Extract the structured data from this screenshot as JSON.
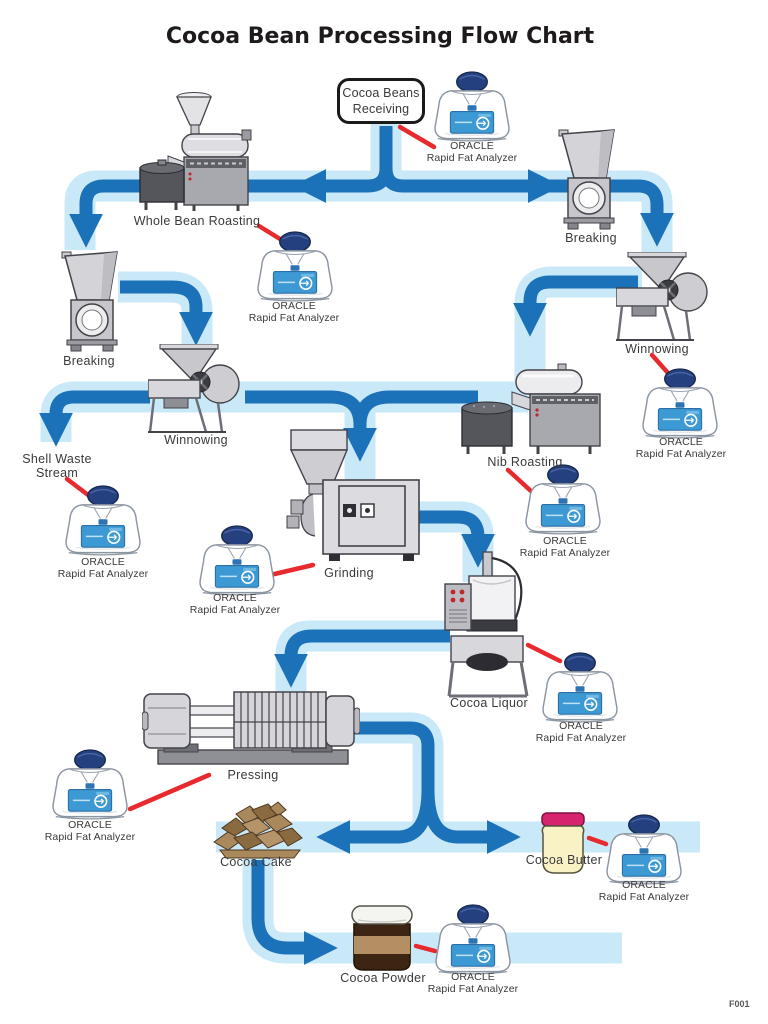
{
  "title": "Cocoa Bean Processing Flow Chart",
  "doc_number": "F001",
  "start_node": {
    "line1": "Cocoa Beans",
    "line2": "Receiving"
  },
  "analyzer": {
    "brand": "ORACLE",
    "product": "Rapid Fat Analyzer"
  },
  "labels": {
    "whole_bean_roasting": "Whole Bean Roasting",
    "breaking_left": "Breaking",
    "breaking_right": "Breaking",
    "winnowing_left": "Winnowing",
    "winnowing_right": "Winnowing",
    "shell_waste": "Shell Waste\nStream",
    "nib_roasting": "Nib Roasting",
    "grinding": "Grinding",
    "cocoa_liquor": "Cocoa Liquor",
    "pressing": "Pressing",
    "cocoa_cake": "Cocoa Cake",
    "cocoa_butter": "Cocoa Butter",
    "cocoa_powder": "Cocoa Powder"
  },
  "flow_edges": [
    {
      "from": "Cocoa Beans Receiving",
      "to": "Whole Bean Roasting"
    },
    {
      "from": "Cocoa Beans Receiving",
      "to": "Breaking (right)"
    },
    {
      "from": "Whole Bean Roasting",
      "to": "Breaking (left)"
    },
    {
      "from": "Breaking (left)",
      "to": "Winnowing (left)"
    },
    {
      "from": "Breaking (right)",
      "to": "Winnowing (right)"
    },
    {
      "from": "Winnowing (left)",
      "to": "Shell Waste Stream"
    },
    {
      "from": "Winnowing (left)",
      "to": "Grinding"
    },
    {
      "from": "Winnowing (right)",
      "to": "Nib Roasting"
    },
    {
      "from": "Nib Roasting",
      "to": "Grinding"
    },
    {
      "from": "Grinding",
      "to": "Cocoa Liquor"
    },
    {
      "from": "Cocoa Liquor",
      "to": "Pressing"
    },
    {
      "from": "Pressing",
      "to": "Cocoa Cake"
    },
    {
      "from": "Pressing",
      "to": "Cocoa Butter"
    },
    {
      "from": "Cocoa Cake",
      "to": "Cocoa Powder"
    }
  ],
  "analyzer_checkpoints": [
    "Cocoa Beans Receiving",
    "Whole Bean Roasting",
    "Winnowing (right)",
    "Shell Waste Stream",
    "Nib Roasting",
    "Grinding",
    "Cocoa Liquor",
    "Pressing",
    "Cocoa Butter",
    "Cocoa Powder"
  ],
  "colors": {
    "flow_band_light": "#C9E8F8",
    "flow_arrow_blue": "#1C72B8",
    "callout_red": "#E62A2E",
    "analyzer_cap_navy": "#24407E",
    "analyzer_screen_blue": "#3D99D4",
    "butter_lid_pink": "#D6256E",
    "butter_body_cream": "#F8F2C4",
    "cake_brown": "#A9885B",
    "powder_dark_brown": "#3C2613",
    "powder_tan": "#B38F63"
  }
}
